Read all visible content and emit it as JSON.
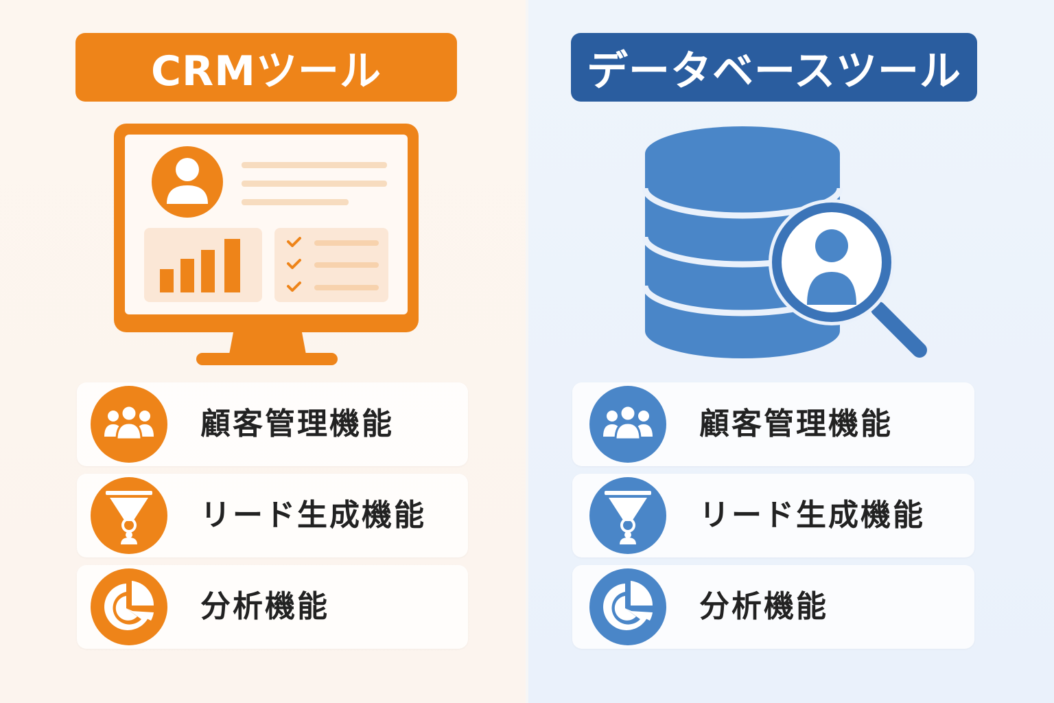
{
  "colors": {
    "crm_accent": "#ee8419",
    "db_accent": "#4a86c8",
    "db_title": "#2a5d9f"
  },
  "crm": {
    "title": "CRMツール",
    "illustration": "monitor-dashboard-icon",
    "features": [
      {
        "label": "顧客管理機能",
        "icon": "users-group-icon"
      },
      {
        "label": "リード生成機能",
        "icon": "funnel-person-icon"
      },
      {
        "label": "分析機能",
        "icon": "pie-chart-icon"
      }
    ]
  },
  "db": {
    "title": "データベースツール",
    "illustration": "database-search-icon",
    "features": [
      {
        "label": "顧客管理機能",
        "icon": "users-group-icon"
      },
      {
        "label": "リード生成機能",
        "icon": "funnel-person-icon"
      },
      {
        "label": "分析機能",
        "icon": "pie-chart-icon"
      }
    ]
  }
}
